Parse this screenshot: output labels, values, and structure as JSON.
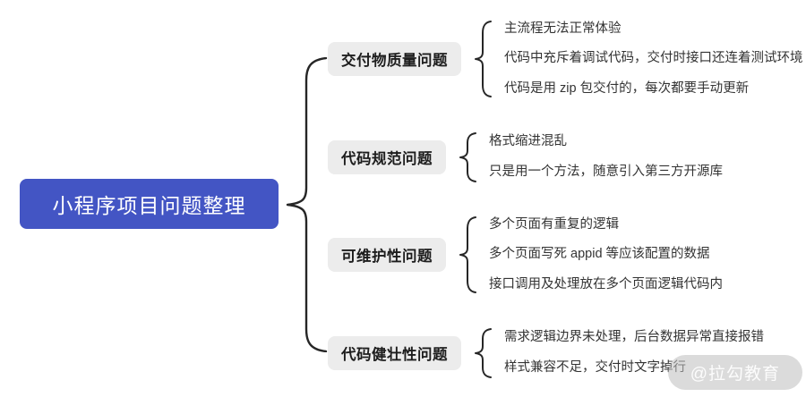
{
  "root": {
    "label": "小程序项目问题整理"
  },
  "branches": [
    {
      "label": "交付物质量问题",
      "children": [
        "主流程无法正常体验",
        "代码中充斥着调试代码，交付时接口还连着测试环境",
        "代码是用 zip 包交付的，每次都要手动更新"
      ]
    },
    {
      "label": "代码规范问题",
      "children": [
        "格式缩进混乱",
        "只是用一个方法，随意引入第三方开源库"
      ]
    },
    {
      "label": "可维护性问题",
      "children": [
        "多个页面有重复的逻辑",
        "多个页面写死 appid 等应该配置的数据",
        "接口调用及处理放在多个页面逻辑代码内"
      ]
    },
    {
      "label": "代码健壮性问题",
      "children": [
        "需求逻辑边界未处理，后台数据异常直接报错",
        "样式兼容不足，交付时文字掉行"
      ]
    }
  ],
  "watermark": {
    "label": "@拉勾教育"
  },
  "colors": {
    "root_bg": "#4355c4",
    "root_text": "#ffffff",
    "branch_bg": "#ececec",
    "branch_text": "#1d1d1d",
    "leaf_text": "#333333",
    "brace_stroke": "#262626"
  }
}
